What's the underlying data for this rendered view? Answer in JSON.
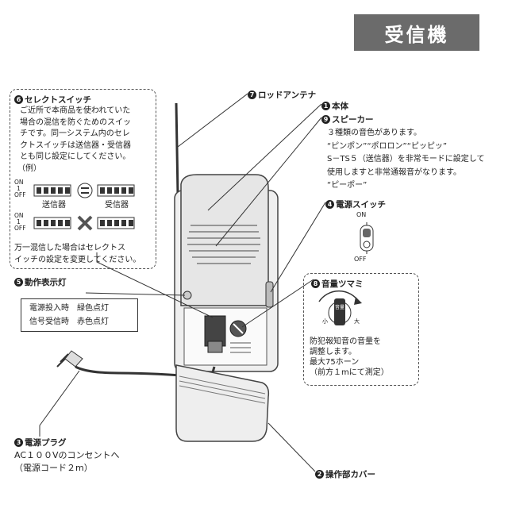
{
  "title": "受信機",
  "select_switch": {
    "num": "6",
    "label": "セレクトスイッチ",
    "desc": [
      "ご近所で本商品を使われていた",
      "場合の混信を防ぐためのスイッ",
      "チです。同一システム内のセレ",
      "クトスイッチは送信器・受信器",
      "とも同じ設定にしてください。"
    ],
    "example": "（例）",
    "on": "ON",
    "off": "OFF",
    "one": "1",
    "sender": "送信器",
    "receiver": "受信器",
    "note": [
      "万一混信した場合はセレクトス",
      "イッチの設定を変更してください。"
    ]
  },
  "antenna": {
    "num": "7",
    "label": "ロッドアンテナ"
  },
  "body": {
    "num": "1",
    "label": "本体"
  },
  "speaker": {
    "num": "9",
    "label": "スピーカー",
    "desc": [
      "３種類の音色があります。",
      "“ピンポン”“ポロロン”“ピッピッ”",
      "S－TS５（送信器）を非常モードに設定して",
      "使用しますと非常通報音がなります。",
      "“ピーポー”"
    ]
  },
  "power_switch": {
    "num": "4",
    "label": "電源スイッチ",
    "on": "ON",
    "off": "OFF"
  },
  "indicator": {
    "num": "5",
    "label": "動作表示灯"
  },
  "indicator_status": [
    "電源投入時　緑色点灯",
    "信号受信時　赤色点灯"
  ],
  "volume": {
    "num": "8",
    "label": "音量ツマミ",
    "small": "小",
    "large": "大",
    "knob_text": "音量",
    "desc": [
      "防犯報知音の音量を",
      "調整します。",
      "最大75ホーン",
      "（前方１mにて測定）"
    ]
  },
  "plug": {
    "num": "3",
    "label": "電源プラグ",
    "desc": [
      "AC１００Vのコンセントへ",
      "（電源コード２m）"
    ]
  },
  "cover": {
    "num": "2",
    "label": "操作部カバー"
  }
}
